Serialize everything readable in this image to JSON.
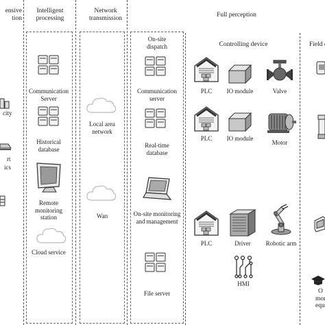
{
  "columns": {
    "comprehensive": "ensive",
    "comprehensive_sub": "tion",
    "intelligent": "Intelligent",
    "intelligent_sub": "processing",
    "network": "Network",
    "network_sub": "transmission",
    "full_perception": "Full perception"
  },
  "left_edge": {
    "city": "city",
    "rt": "rt",
    "ics": "ics"
  },
  "processing": {
    "comm_server": [
      "Communication",
      "Server"
    ],
    "historical_db": [
      "Historical",
      "database"
    ],
    "remote_station": [
      "Remote",
      "monitoring",
      "station"
    ],
    "cloud_service": "Cloud service"
  },
  "network": {
    "lan": [
      "Local area",
      "network"
    ],
    "wan": "Wan"
  },
  "site": {
    "dispatch": [
      "On-site",
      "dispatch"
    ],
    "comm_server": [
      "Communication",
      "server"
    ],
    "realtime_db": [
      "Real-time",
      "database"
    ],
    "monitoring": [
      "On-site monitoring",
      "and management"
    ],
    "file_server": "File server"
  },
  "controlling": {
    "title": "Controlling device",
    "row1": [
      "PLC",
      "IO module",
      "Valve"
    ],
    "row2": [
      "PLC",
      "IO module",
      "Motor"
    ],
    "row3": [
      "PLC",
      "Driver",
      "Robotic arm"
    ],
    "hmi": "HMI"
  },
  "field": {
    "title": "Field d",
    "bottom": [
      "O",
      "mon",
      "equ"
    ]
  },
  "colors": {
    "line": "#555555",
    "icon_stroke": "#333333",
    "icon_fill": "#f2f2f2",
    "cloud": "#bbbbbb"
  }
}
